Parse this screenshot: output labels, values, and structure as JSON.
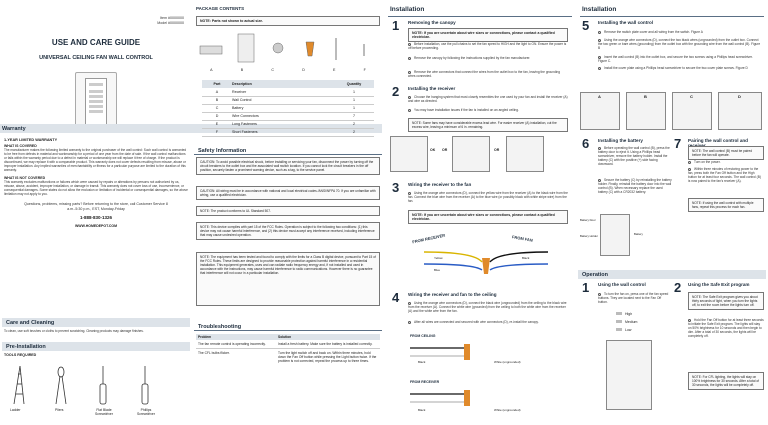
{
  "cover": {
    "item": "Item #0000000",
    "model": "Model #0000000",
    "title": "USE AND CARE GUIDE",
    "subtitle": "UNIVERSAL CEILING FAN WALL CONTROL"
  },
  "warranty": {
    "bar": "Warranty",
    "heading": "1-YEAR LIMITED WARRANTY",
    "covered_h": "WHAT IS COVERED",
    "covered": "The manufacturer makes the following limited warranty to the original purchaser of the wall control: Such wall control is warranted to be free from defects in material and workmanship for a period of one year from the date of sale. If the wall control malfunctions or fails within the warranty period due to a defect in material or workmanship we will replace it free of charge. If the product is discontinued, we may replace it with a comparable product. This warranty does not cover defects resulting from misuse, abuse or improper installation. Any implied warranties of merchantability or fitness for a particular purpose are limited to the duration of this warranty.",
    "notcovered_h": "WHAT IS NOT COVERED",
    "notcovered": "This warranty excludes malfunctions or failures which were caused by repairs or alterations by persons not authorized by us, misuse, abuse, accident, improper installation, or damage in transit. This warranty does not cover loss of use, inconvenience, or consequential damages. Some states do not allow the exclusion or limitation of incidental or consequential damages, so the above limitation may not apply to you.",
    "questions": "Questions, problems, missing parts? Before returning to the store, call Customer Service 8 a.m.-5:30 p.m., EST, Monday-Friday",
    "phone": "1-888-830-1326",
    "web": "WWW.HOMEDEPOT.COM"
  },
  "care": {
    "bar": "Care and Cleaning",
    "text": "To clean, use soft brushes or cloths to prevent scratching. Cleaning products may damage finishes."
  },
  "preinstall": {
    "bar": "Pre-Installation",
    "tools_h": "TOOLS REQUIRED",
    "tools": [
      "Ladder",
      "Pliers",
      "Flat Blade Screwdriver",
      "Phillips Screwdriver"
    ]
  },
  "package": {
    "hdr": "PACKAGE CONTENTS",
    "note": "NOTE: Parts not shown to actual size.",
    "letters": [
      "A",
      "B",
      "C",
      "D",
      "E",
      "F"
    ],
    "cols": [
      "Part",
      "Description",
      "Quantity"
    ],
    "rows": [
      [
        "A",
        "Receiver",
        "1"
      ],
      [
        "B",
        "Wall Control",
        "1"
      ],
      [
        "C",
        "Battery",
        "1"
      ],
      [
        "D",
        "Wire Connectors",
        "7"
      ],
      [
        "E",
        "Long Fasteners",
        "2"
      ],
      [
        "F",
        "Short Fasteners",
        "2"
      ]
    ]
  },
  "safety": {
    "bar": "Safety Information",
    "items": [
      "CAUTION: To avoid possible electrical shock, before installing or servicing your fan, disconnect the power by turning off the circuit breakers to the outlet box and the associated wall switch location. If you cannot lock the circuit breakers in the off position, securely fasten a prominent warning device, such as a tag, to the service panel.",
      "CAUTION: All wiring must be in accordance with national and local electrical codes /ANSI/NFPA 70. If you are unfamiliar with wiring, use a qualified electrician.",
      "NOTE: The product conforms to UL Standard 507.",
      "NOTE: This device complies with part 15 of the FCC Rules. Operation is subject to the following two conditions: (1) this device may not cause harmful interference, and (2) this device must accept any interference received, including interference that may cause undesired operation.",
      "NOTE: The equipment has been tested and found to comply with the limits for a Class B digital device, pursuant to Part 15 of the FCC Rules. These limits are designed to provide reasonable protection against harmful interference in a residential installation. This equipment generates, uses and can radiate radio frequency energy and, if not installed and used in accordance with the instructions, may cause harmful interference to radio communications. However there is no guarantee that interference will not occur in a particular installation."
    ]
  },
  "trouble": {
    "bar": "Troubleshooting",
    "cols": [
      "Problem",
      "Solution"
    ],
    "rows": [
      [
        "The fan remote control is operating incorrectly.",
        "Install a fresh battery. Make sure the battery is installed correctly."
      ],
      [
        "The CFL bulbs flicker.",
        "Turn the light switch off and back on. Within three minutes, hold down the Fan Off button while pressing the Light button twice. If the problem is not corrected, repeat the process up to three times."
      ]
    ]
  },
  "install": {
    "hdr": "Installation",
    "s1": {
      "num": "1",
      "title": "Removing the canopy",
      "note": "NOTE: If you are uncertain about wire sizes or connections, please contact a qualified electrician.",
      "b1": "Before installation, use the pull chains to set the fan speed to HIGH and the light to ON. Ensure the power is off before proceeding.",
      "b2": "Remove the canopy by following the instructions supplied by the fan manufacturer.",
      "b3": "Remove the wire connectors that connect the wires from the outlet box to the fan, leaving the grounding wires connected."
    },
    "s2": {
      "num": "2",
      "title": "Installing the receiver",
      "b1": "Choose the hanging system that most closely resembles the one used by your fan and install the receiver (A) and wire as directed.",
      "b2": "You may have installation issues if the fan is installed on an angled ceiling.",
      "note": "NOTE: Some fans may have considerable excess lead wire. For easier receiver (A) installation, cut the excess wire, leaving a minimum of 6 in. remaining.",
      "ok": "OK",
      "or": "OR"
    },
    "s3": {
      "num": "3",
      "title": "Wiring the receiver to the fan",
      "b1": "Using the orange wire connectors (D), connect the yellow wire from the receiver (A) to the black wire from the fan. Connect the blue wire from the receiver (A) to the blue wire (or possibly black with white stripe wire) from the fan.",
      "note": "NOTE: If you are uncertain about wire sizes or connections, please contact a qualified electrician.",
      "from_receiver": "FROM RECEIVER",
      "from_fan": "FROM FAN",
      "yellow": "Yellow",
      "blue": "Blue",
      "black": "Black"
    },
    "s4": {
      "num": "4",
      "title": "Wiring the receiver and fan to the ceiling",
      "b1": "Using the orange wire connectors (D), connect the black wire (ungrounded) from the ceiling to the black wire from the receiver (A). Connect the white wire (grounded) from the ceiling to both the white wire from the receiver (A) and the white wire from the fan.",
      "b2": "After all wires are connected and secured with wire connectors (D), re-install the canopy.",
      "from_ceiling": "FROM CEILING",
      "from_receiver": "FROM RECEIVER",
      "black": "Black",
      "white": "White (ungrounded)"
    }
  },
  "install2": {
    "hdr": "Installation",
    "s5": {
      "num": "5",
      "title": "Installing the wall control",
      "b1": "Remove the switch plate cover and all wiring from the switch. Figure A",
      "b2": "Using the orange wire connectors (D), connect the two black wires (ungrounded) from the outlet box. Connect the two green or bare wires (grounding) from the outlet box with the grounding wire from the wall control (B). Figure B",
      "b3": "Insert the wall control (B) into the outlet box, and secure the two screws using a Phillips head screwdriver. Figure C.",
      "b4": "Install the cover plate using a Phillips head screwdriver to secure the two cover plate screws. Figure D",
      "figs": [
        "A",
        "B",
        "C",
        "D"
      ]
    },
    "s6": {
      "num": "6",
      "title": "Installing the battery",
      "b1": "Before operating the wall control (B), press the battery door to eject it. Using a Phillips head screwdriver, remove the battery holder. Install the battery (C) with the positive (+) side facing downward.",
      "b2": "Secure the battery (C) by reinstalling the battery holder. Finally, reinstall the battery door into the wall control (B). When necessary replace the used battery (C) with a CR2032 battery.",
      "labels": [
        "Battery Door",
        "Battery Holder",
        "Battery"
      ]
    },
    "s7": {
      "num": "7",
      "title": "Pairing the wall control and receiver",
      "note": "NOTE: The wall control (B) must be paired before the fan will operate.",
      "b1": "Turn on the power.",
      "b2": "Within three minutes of restoring power to the fan, press both the Fan Off button and the High button for at least four seconds. The wall control (B) is now paired to the fan's receiver (A).",
      "note2": "NOTE: If using the wall control with multiple fans, repeat this process for each fan."
    }
  },
  "operation": {
    "bar": "Operation",
    "s1": {
      "num": "1",
      "title": "Using the wall control",
      "b1": "To turn the fan on, press one of the fan speed buttons. They are located next to the Fan Off button.",
      "speeds": [
        "High",
        "Medium",
        "Low"
      ]
    },
    "s2": {
      "num": "2",
      "title": "Using the Safe Exit program",
      "note": "NOTE: The Safe Exit program gives you about thirty seconds of light, when you turn the lights off, to exit the room before the lights turn off.",
      "b1": "Hold the Fan Off button for at least three seconds to initiate the Safe Exit program. The lights will stay on 50% brightness for 10 seconds and then begin to dim. After a total of 30 seconds, the lights will be completely off.",
      "note2": "NOTE: For CFL lighting, the lights will stay on 100% brightness for 30 seconds. After a total of 30 seconds, the lights will be completely off."
    }
  }
}
